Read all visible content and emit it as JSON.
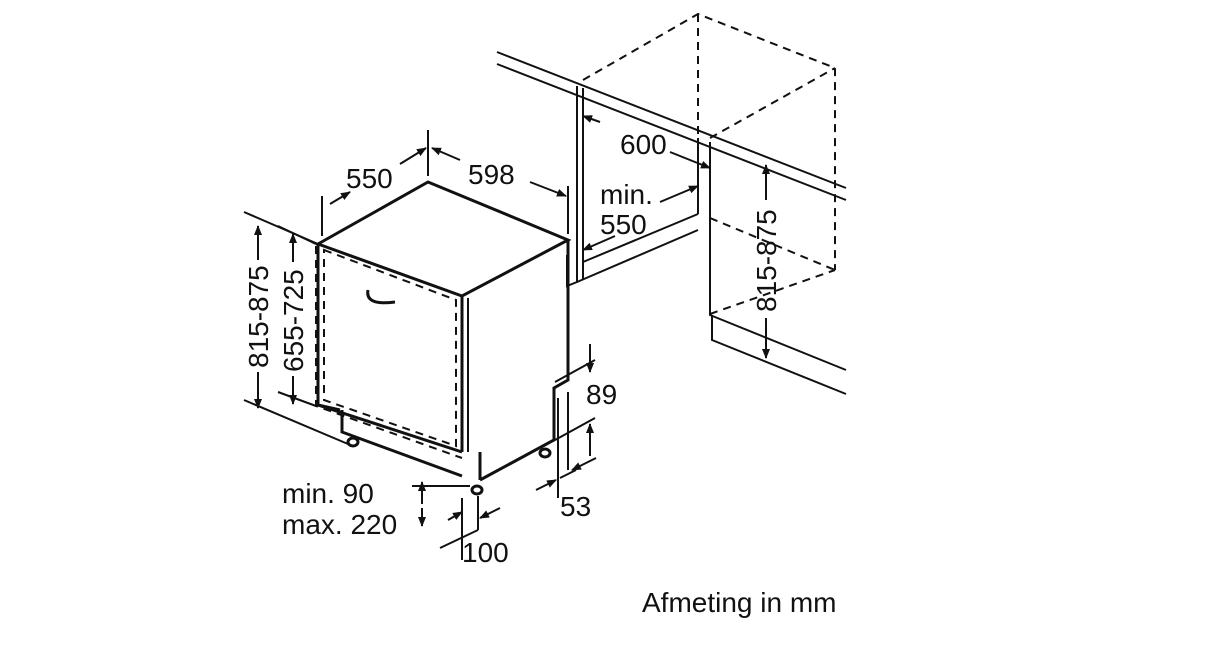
{
  "dimensions": {
    "depth": "550",
    "width": "598",
    "niche_width": "600",
    "niche_depth_line1": "min.",
    "niche_depth_line2": "550",
    "niche_height": "815-875",
    "height_total": "815-875",
    "height_door": "655-725",
    "plinth_gap": "89",
    "foot_offset": "53",
    "plinth_min": "min. 90",
    "plinth_max": "max. 220",
    "plinth_depth": "100"
  },
  "caption": "Afmeting in mm"
}
